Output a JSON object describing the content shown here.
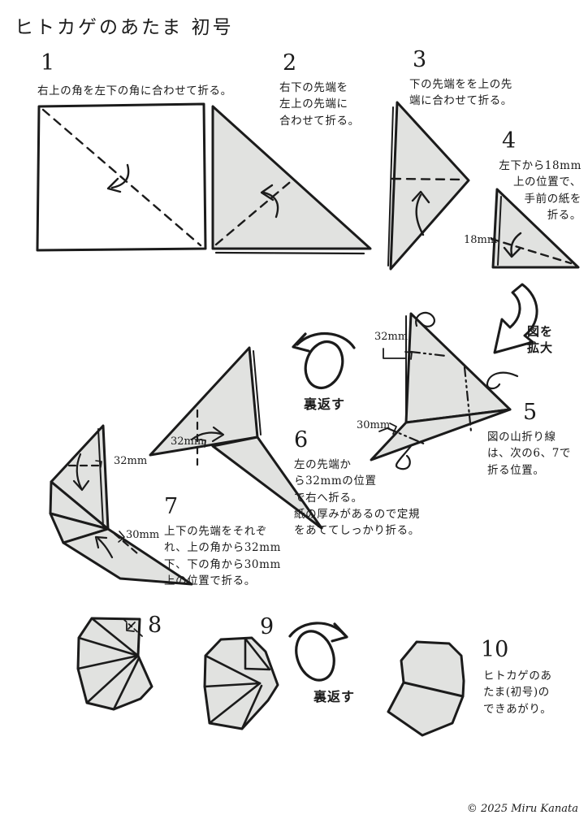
{
  "page": {
    "title": "ヒトカゲのあたま 初号",
    "copyright": "© 2025 Miru Kanata"
  },
  "colors": {
    "paper_fill": "#e1e2e0",
    "ink": "#1b1b1b",
    "background": "#ffffff"
  },
  "steps": [
    {
      "num": "1",
      "text": "右上の角を左下の角に合わせて折る。"
    },
    {
      "num": "2",
      "text": "右下の先端を\n左上の先端に\n合わせて折る。"
    },
    {
      "num": "3",
      "text": "下の先端をを上の先\n端に合わせて折る。"
    },
    {
      "num": "4",
      "text": "左下から18mm\n上の位置で、\n手前の紙を\n折る。"
    },
    {
      "num": "5",
      "text": "図の山折り線\nは、次の6、7で\n折る位置。"
    },
    {
      "num": "6",
      "text": "左の先端か\nら32mmの位置\nで右へ折る。\n紙の厚みがあるので定規\nをあててしっかり折る。"
    },
    {
      "num": "7",
      "text": "上下の先端をそれぞ\nれ、上の角から32mm\n下、下の角から30mm\n上の位置で折る。"
    },
    {
      "num": "8",
      "text": ""
    },
    {
      "num": "9",
      "text": ""
    },
    {
      "num": "10",
      "text": "ヒトカゲのあ\nたま(初号)の\nできあがり。"
    }
  ],
  "annotations": {
    "flip_over_1": "裏返す",
    "flip_over_2": "裏返す",
    "enlarge": "図を\n拡大",
    "step4_18mm": "18mm",
    "step5_32mm": "32mm",
    "step5_30mm": "30mm",
    "step6_32mm": "32mm",
    "step7_32mm": "32mm",
    "step7_30mm": "30mm"
  }
}
